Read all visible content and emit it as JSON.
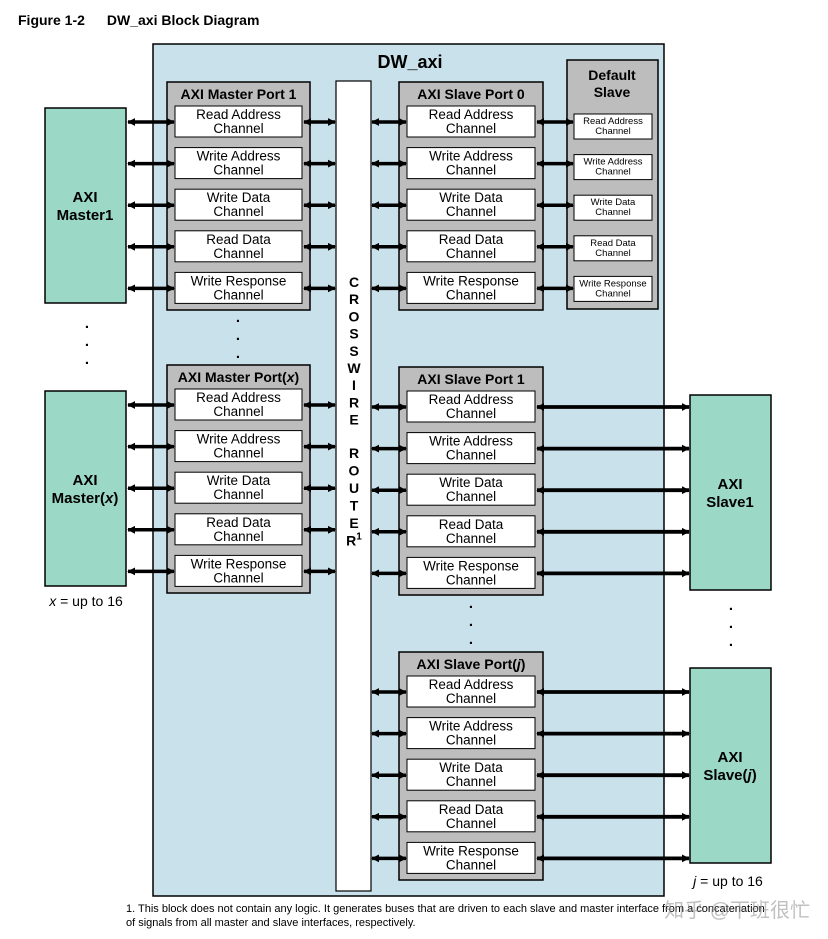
{
  "figure": {
    "number": "Figure 1-2",
    "title": "DW_axi Block Diagram"
  },
  "dw_axi_label": "DW_axi",
  "channels": [
    "Read Address",
    "Write Address",
    "Write Data",
    "Read Data",
    "Write Response"
  ],
  "channel_word": "Channel",
  "master_ports": [
    {
      "title": "AXI Master Port 1"
    },
    {
      "title": "AXI Master Port(x)",
      "title_pre": "AXI Master Port(",
      "title_var": "x",
      "title_post": ")"
    }
  ],
  "slave_ports": [
    {
      "title": "AXI Slave Port 0"
    },
    {
      "title": "AXI Slave Port 1"
    },
    {
      "title": "AXI Slave Port(j)",
      "title_pre": "AXI Slave Port(",
      "title_var": "j",
      "title_post": ")"
    }
  ],
  "default_slave": {
    "line1": "Default",
    "line2": "Slave"
  },
  "masters": [
    {
      "line1": "AXI",
      "line2": "Master1"
    },
    {
      "line1": "AXI",
      "line2_pre": "Master(",
      "line2_var": "x",
      "line2_post": ")"
    }
  ],
  "slaves": [
    {
      "line1": "AXI",
      "line2": "Slave1"
    },
    {
      "line1": "AXI",
      "line2_pre": "Slave(",
      "line2_var": "j",
      "line2_post": ")"
    }
  ],
  "x_note": {
    "var": "x",
    "text": " = up to 16"
  },
  "j_note": {
    "var": "j",
    "text": " = up to 16"
  },
  "crosswire": {
    "letters1": [
      "C",
      "R",
      "O",
      "S",
      "S",
      "W",
      "I",
      "R",
      "E"
    ],
    "letters2": [
      "R",
      "O",
      "U",
      "T",
      "E",
      "R"
    ],
    "superscript": "1"
  },
  "ellipsis": ".",
  "footnote": "1. This block does not contain any logic. It generates buses that are driven to each slave and master interface from a concatenation of signals from all master and slave interfaces, respectively.",
  "watermark": "知乎 @下班很忙",
  "colors": {
    "dw_bg": "#c9e1ea",
    "port_bg": "#bdbdbd",
    "device_bg": "#9bd8c5",
    "arrow": "#000000"
  }
}
